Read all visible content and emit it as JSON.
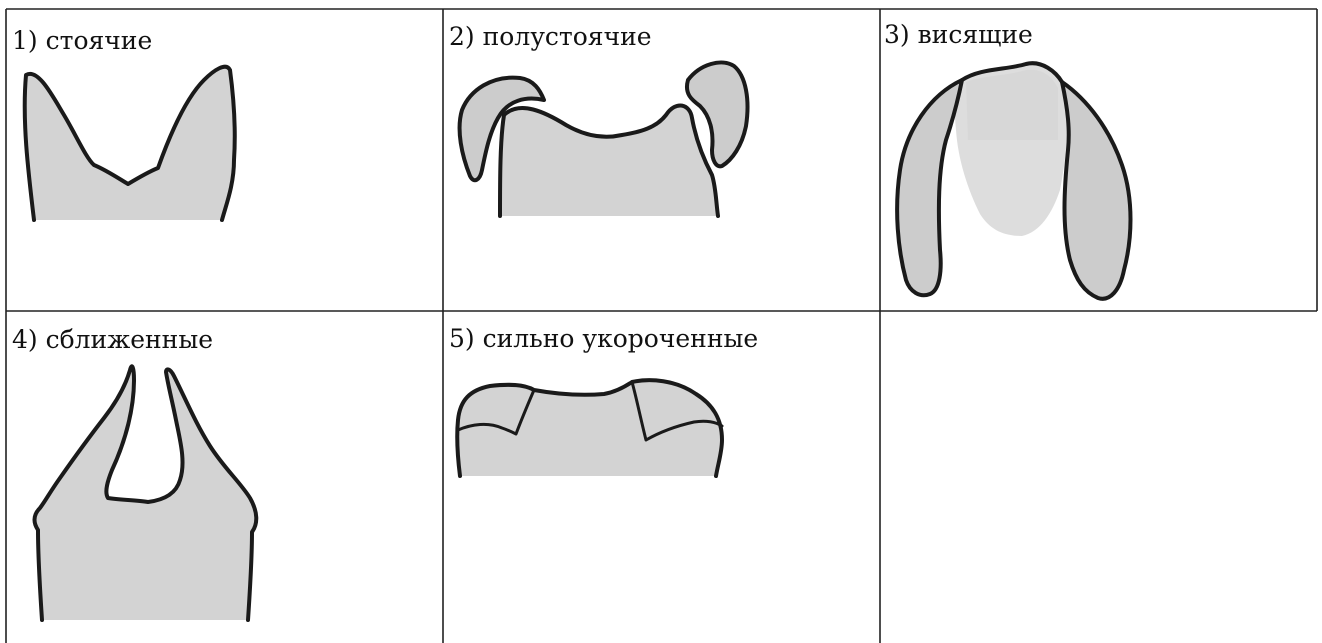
{
  "cells": [
    {
      "id": "standing",
      "label": "1) стоячие"
    },
    {
      "id": "semi-standing",
      "label": "2) полустоячие"
    },
    {
      "id": "hanging",
      "label": "3) висящие"
    },
    {
      "id": "close-set",
      "label": "4) сближенные"
    },
    {
      "id": "heavily-cropped",
      "label": "5) сильно укороченные"
    }
  ],
  "colors": {
    "fill": "#d3d3d3",
    "outline": "#1a1a1a",
    "grid": "#222222",
    "background": "#ffffff"
  }
}
